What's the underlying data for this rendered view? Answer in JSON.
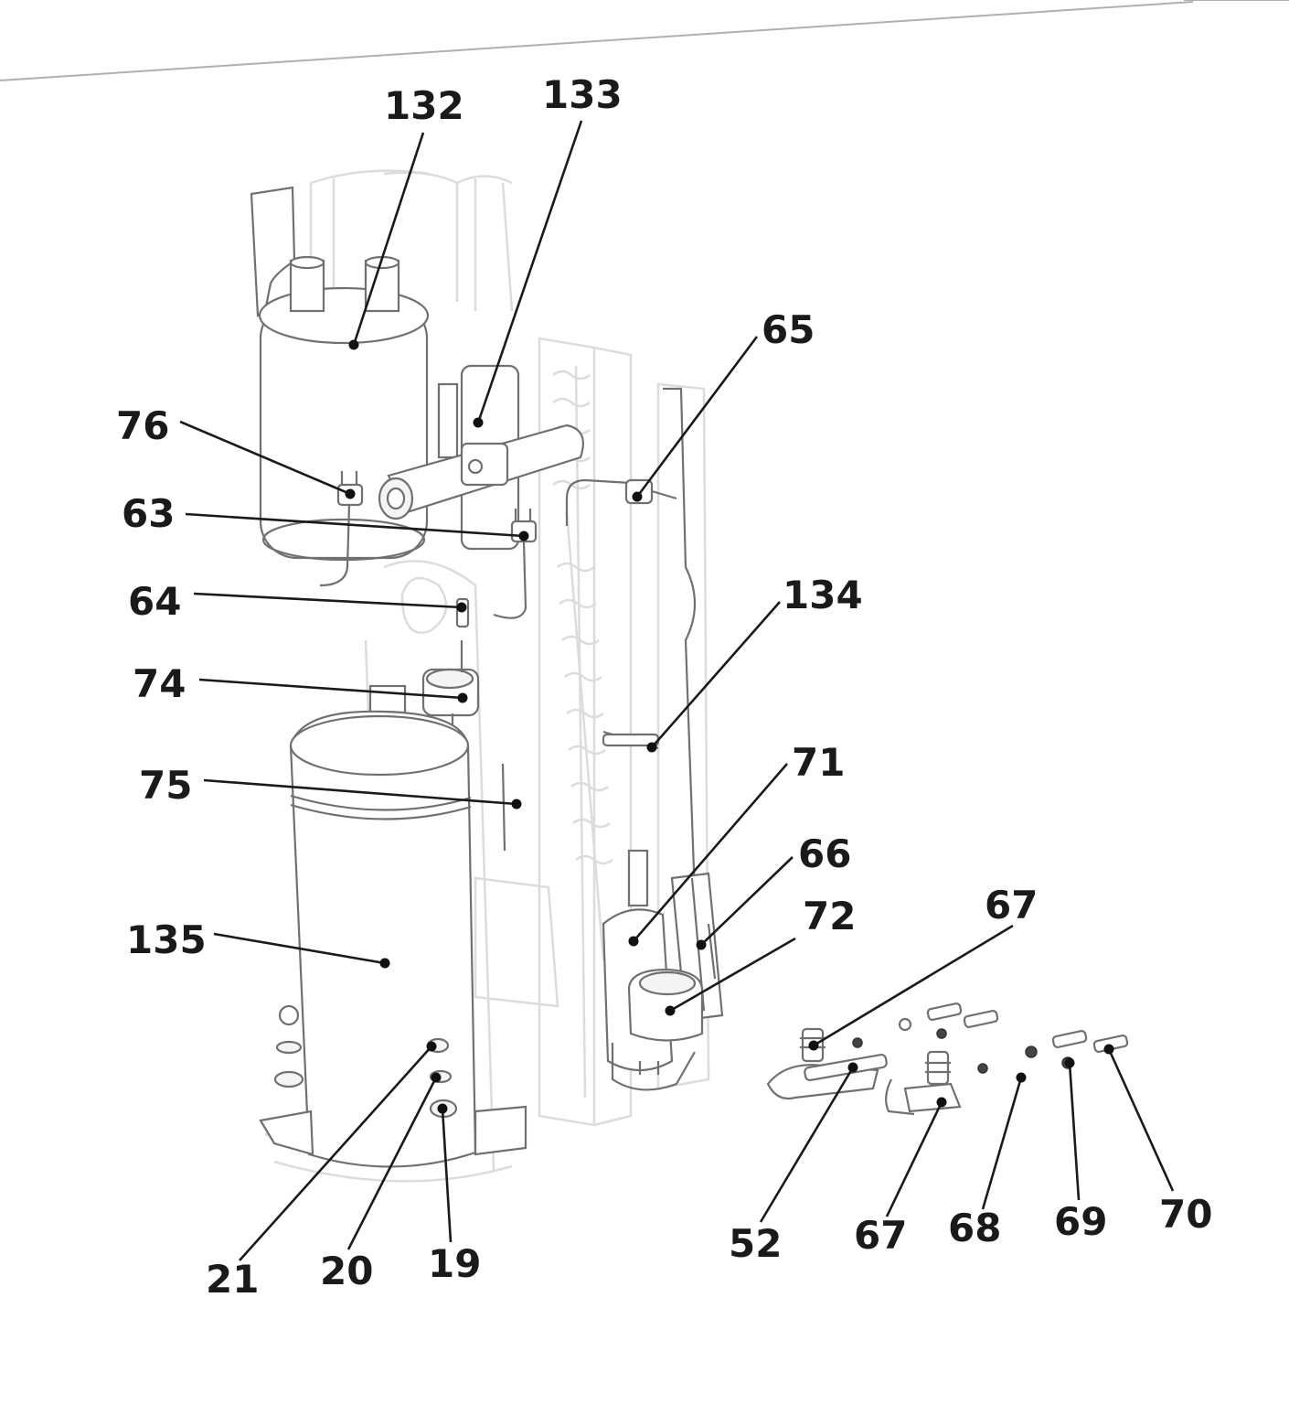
{
  "diagram": {
    "type": "exploded-parts-view",
    "callouts": [
      {
        "id": "c132",
        "label": "132"
      },
      {
        "id": "c133",
        "label": "133"
      },
      {
        "id": "c65",
        "label": "65"
      },
      {
        "id": "c76",
        "label": "76"
      },
      {
        "id": "c63",
        "label": "63"
      },
      {
        "id": "c64",
        "label": "64"
      },
      {
        "id": "c134",
        "label": "134"
      },
      {
        "id": "c74",
        "label": "74"
      },
      {
        "id": "c71",
        "label": "71"
      },
      {
        "id": "c75",
        "label": "75"
      },
      {
        "id": "c66",
        "label": "66"
      },
      {
        "id": "c72",
        "label": "72"
      },
      {
        "id": "c67a",
        "label": "67"
      },
      {
        "id": "c135",
        "label": "135"
      },
      {
        "id": "c52",
        "label": "52"
      },
      {
        "id": "c67b",
        "label": "67"
      },
      {
        "id": "c68",
        "label": "68"
      },
      {
        "id": "c69",
        "label": "69"
      },
      {
        "id": "c70",
        "label": "70"
      },
      {
        "id": "c21",
        "label": "21"
      },
      {
        "id": "c20",
        "label": "20"
      },
      {
        "id": "c19",
        "label": "19"
      }
    ]
  }
}
